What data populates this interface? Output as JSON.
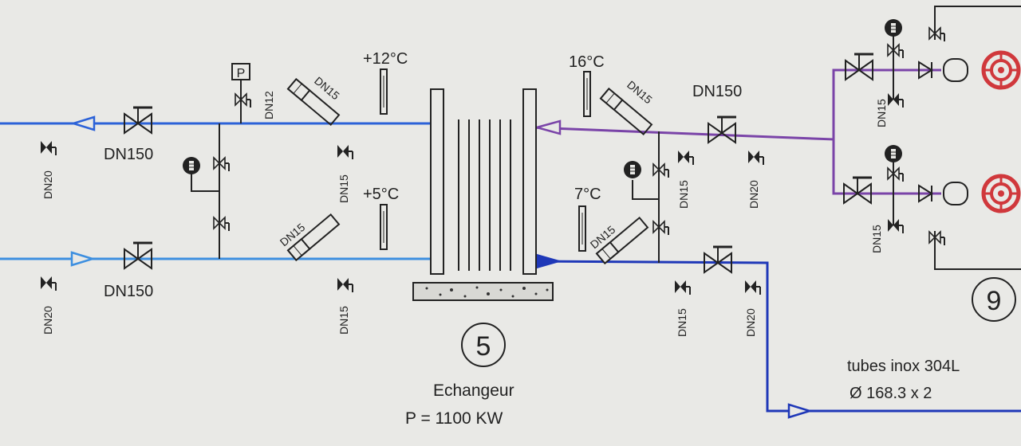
{
  "labels": {
    "dn150": "DN150",
    "dn20": "DN20",
    "dn15": "DN15",
    "dn12": "DN12",
    "gauge_p": "P",
    "temp_out_left": "+12°C",
    "temp_in_left": "+5°C",
    "temp_in_right": "16°C",
    "temp_out_right": "7°C"
  },
  "exchanger": {
    "number": "5",
    "name": "Echangeur",
    "power": "P = 1100 KW"
  },
  "pump_group": {
    "number": "9"
  },
  "note": {
    "line1": "tubes inox 304L",
    "line2": "Ø 168.3 x 2"
  },
  "colors": {
    "top_left_line": "#2c62d8",
    "bottom_left_line": "#3d8fe0",
    "top_right_line": "#7a44a8",
    "bottom_right_line": "#1f38b8",
    "pump": "#d0383c",
    "ink": "#222222"
  }
}
